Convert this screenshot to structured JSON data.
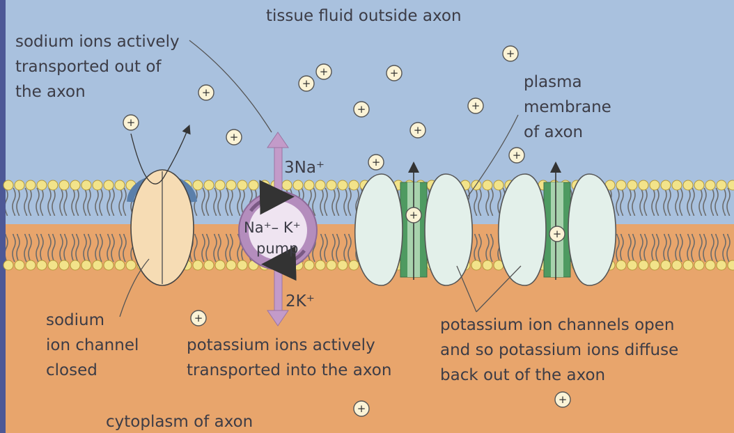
{
  "labels": {
    "tissue_fluid": "tissue fluid outside axon",
    "sodium_out_line1": "sodium ions actively",
    "sodium_out_line2": "transported out of",
    "sodium_out_line3": "the axon",
    "plasma_line1": "plasma",
    "plasma_line2": "membrane",
    "plasma_line3": "of axon",
    "three_na": "3Na⁺",
    "pump_line1": "Na⁺– K⁺",
    "pump_line2": "pump",
    "two_k": "2K⁺",
    "sodium_channel_line1": "sodium",
    "sodium_channel_line2": "ion channel",
    "sodium_channel_line3": "closed",
    "potassium_in_line1": "potassium ions actively",
    "potassium_in_line2": "transported into the axon",
    "potassium_open_line1": "potassium ion channels open",
    "potassium_open_line2": "and so potassium ions diffuse",
    "potassium_open_line3": "back out of the axon",
    "cytoplasm": "cytoplasm of axon"
  },
  "ion_sign": "+",
  "colors": {
    "tissue_fluid": "#a9c1de",
    "cytoplasm": "#e8a56c",
    "lipid_head": "#f2e38a",
    "sodium_channel": "#f6dcb4",
    "pump": "#c39bc9",
    "potassium_channel": "#e3f0ea",
    "potassium_pore": "#4e9a61",
    "frame": "#4d5896"
  }
}
